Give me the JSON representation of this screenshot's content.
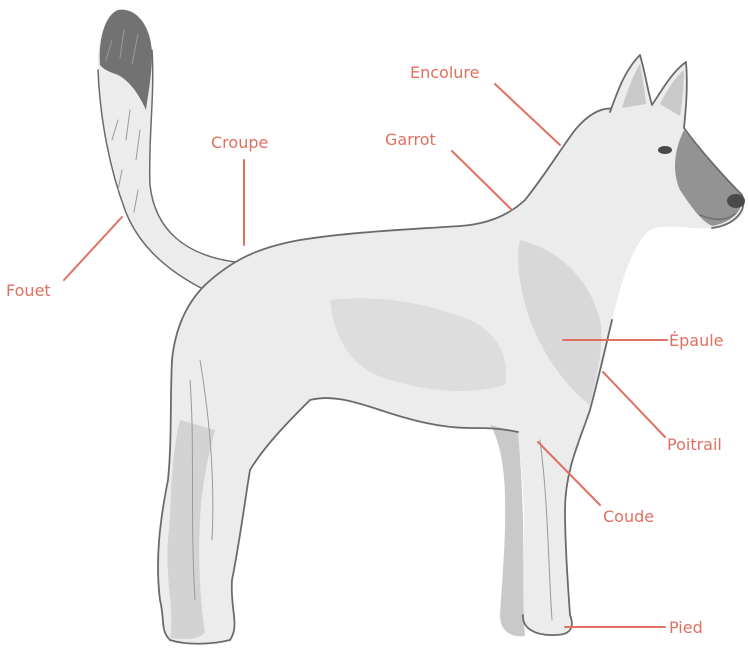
{
  "diagram": {
    "labels": {
      "encolure": "Encolure",
      "croupe": "Croupe",
      "garrot": "Garrot",
      "fouet": "Fouet",
      "epaule": "Épaule",
      "poitrail": "Poitrail",
      "coude": "Coude",
      "pied": "Pied"
    },
    "colors": {
      "label": "#e07060",
      "pencil": "#6b6b6b",
      "shading": "#c9c9c9",
      "background": "#ffffff"
    }
  }
}
